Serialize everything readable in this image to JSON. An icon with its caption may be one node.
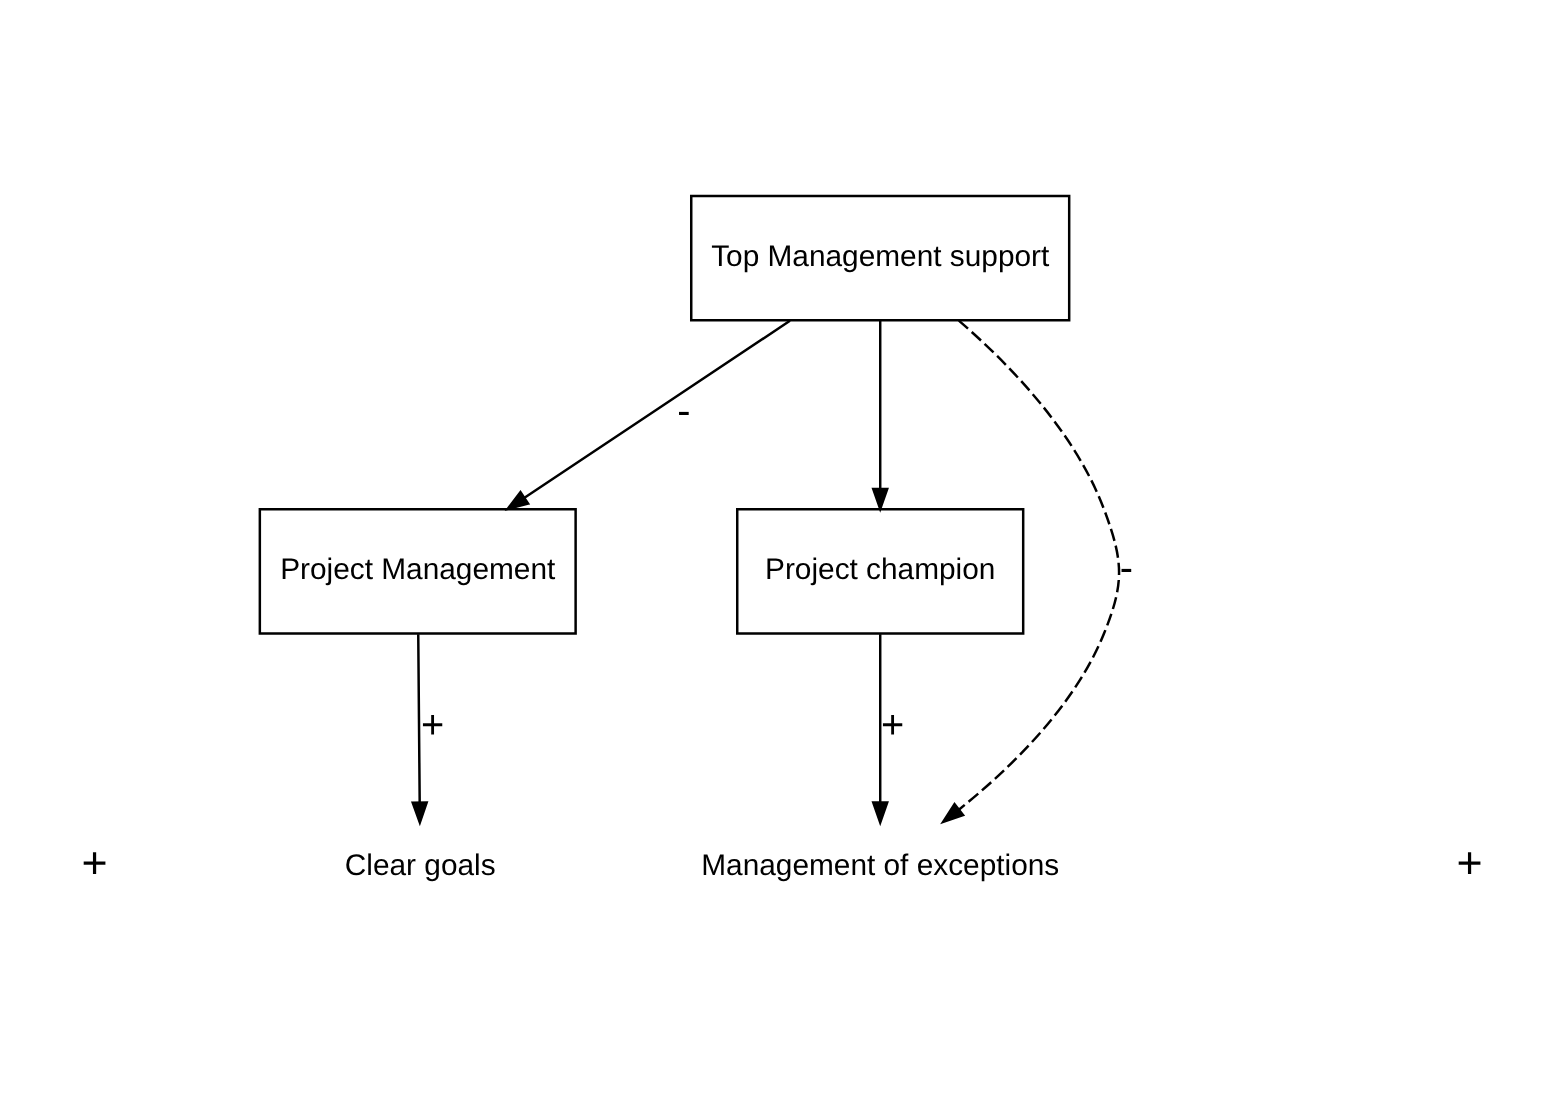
{
  "diagram": {
    "nodes": [
      {
        "text": [
          "Top Management support"
        ]
      },
      {
        "text": [
          "Management of exceptions"
        ]
      },
      {
        "text": [
          "Project Management"
        ]
      },
      {
        "text": [
          "Project champion"
        ]
      },
      {
        "text": [
          "Clear goals"
        ]
      }
    ],
    "edges": [
      {
        "from": 0,
        "to": 2,
        "arrow": "to",
        "label": "-"
      },
      {
        "from": 0,
        "to": 1,
        "arrow": "to",
        "label": "-",
        "style": "dashed"
      },
      {
        "from": 0,
        "to": 3,
        "arrow": "to"
      },
      {
        "from": 3,
        "to": 1,
        "arrow": "to",
        "label": "+"
      },
      {
        "from": 2,
        "to": 4,
        "arrow": "to",
        "label": "+"
      }
    ],
    "labels": [
      "+",
      "+"
    ]
  }
}
